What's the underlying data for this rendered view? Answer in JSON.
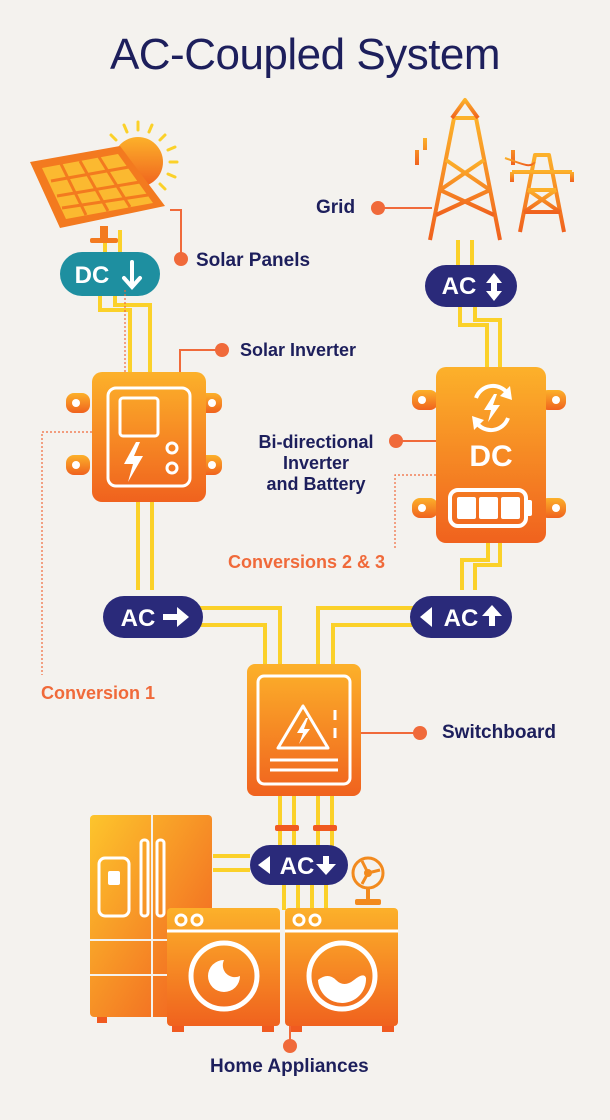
{
  "title": "AC-Coupled System",
  "labels": {
    "solar_panels": "Solar Panels",
    "grid": "Grid",
    "solar_inverter": "Solar Inverter",
    "bidirectional": [
      "Bi-directional",
      "Inverter",
      "and Battery"
    ],
    "switchboard": "Switchboard",
    "home_appliances": "Home Appliances",
    "conversion_1": "Conversion 1",
    "conversions_2_3": "Conversions 2 & 3"
  },
  "badges": {
    "solar_dc": "DC",
    "grid_ac": "AC",
    "inverter_ac": "AC",
    "battery_ac": "AC",
    "appliance_ac": "AC",
    "battery_dc": "DC"
  },
  "colors": {
    "navy": "#2a2a7a",
    "teal": "#1e8fa0",
    "orange": "#f28a1e",
    "yellow": "#fbd129",
    "accent": "#f06a3a",
    "background": "#f4f2ee"
  }
}
